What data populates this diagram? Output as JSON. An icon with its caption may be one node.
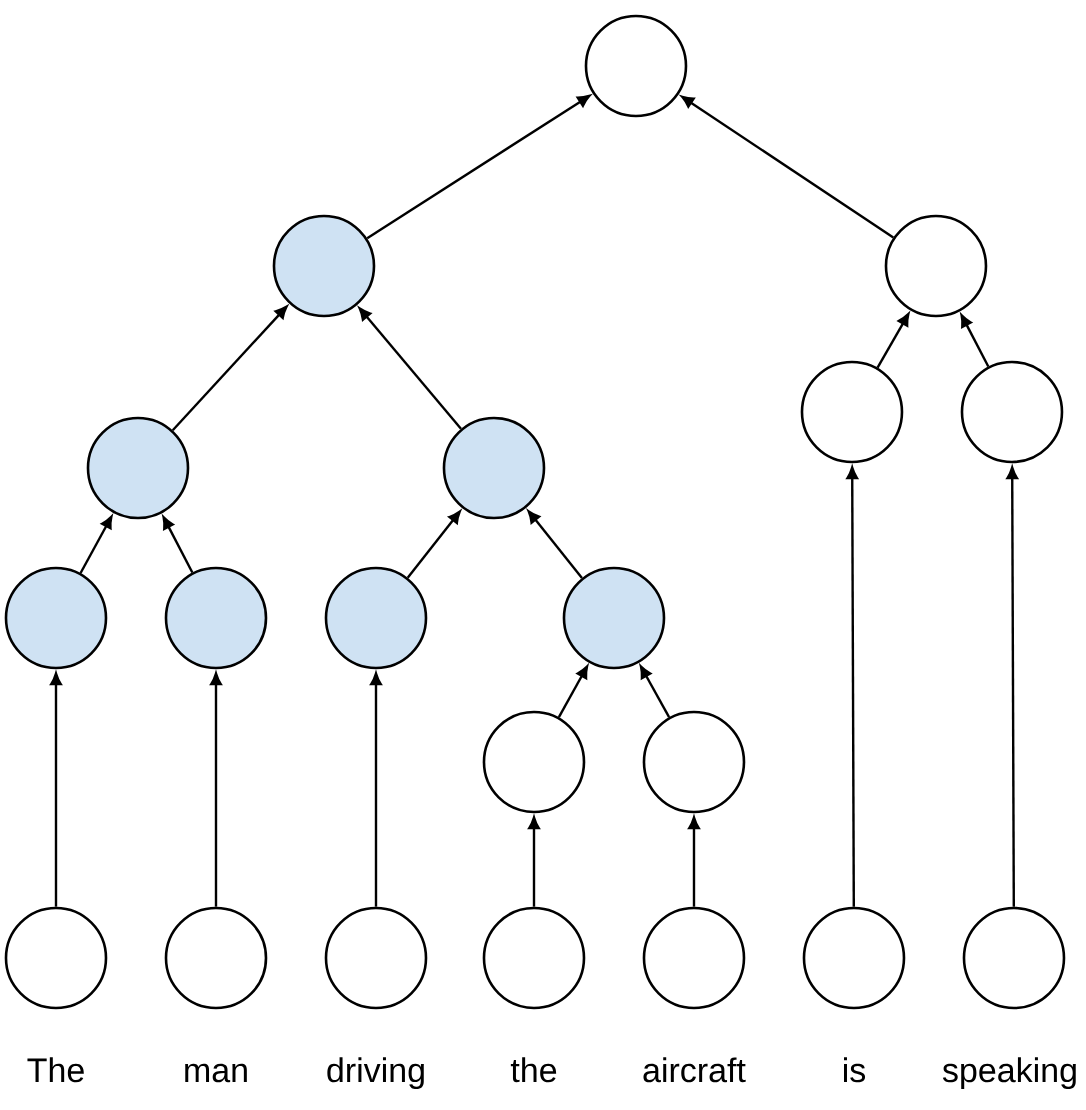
{
  "diagram": {
    "nodes": [
      {
        "text": [],
        "shape": "circle"
      },
      {
        "text": [],
        "shape": "circle"
      },
      {
        "text": [],
        "shape": "circle"
      },
      {
        "text": [],
        "shape": "circle"
      },
      {
        "text": [],
        "shape": "circle"
      },
      {
        "text": [],
        "shape": "circle"
      },
      {
        "text": [],
        "shape": "circle"
      },
      {
        "text": [],
        "shape": "circle"
      },
      {
        "text": [],
        "shape": "circle"
      },
      {
        "text": [],
        "shape": "circle"
      },
      {
        "text": [],
        "shape": "circle"
      },
      {
        "text": [],
        "shape": "circle"
      },
      {
        "text": [],
        "shape": "circle"
      },
      {
        "text": [],
        "shape": "circle",
        "beside": [
          "The"
        ]
      },
      {
        "text": [],
        "shape": "circle",
        "beside": [
          "man"
        ]
      },
      {
        "text": [],
        "shape": "circle",
        "beside": [
          "driving"
        ]
      },
      {
        "text": [],
        "shape": "circle",
        "beside": [
          "the"
        ]
      },
      {
        "text": [],
        "shape": "circle",
        "beside": [
          "aircraft"
        ]
      },
      {
        "text": [],
        "shape": "circle",
        "beside": [
          "is"
        ]
      },
      {
        "text": [],
        "shape": "circle",
        "beside": [
          "speaking"
        ]
      }
    ],
    "edges": [
      {
        "from": 1,
        "to": 0,
        "arrow": "to"
      },
      {
        "from": 2,
        "to": 0,
        "arrow": "to"
      },
      {
        "from": 3,
        "to": 1,
        "arrow": "to"
      },
      {
        "from": 4,
        "to": 1,
        "arrow": "to"
      },
      {
        "from": 5,
        "to": 2,
        "arrow": "to"
      },
      {
        "from": 6,
        "to": 2,
        "arrow": "to"
      },
      {
        "from": 7,
        "to": 3,
        "arrow": "to"
      },
      {
        "from": 8,
        "to": 3,
        "arrow": "to"
      },
      {
        "from": 9,
        "to": 4,
        "arrow": "to"
      },
      {
        "from": 10,
        "to": 4,
        "arrow": "to"
      },
      {
        "from": 11,
        "to": 10,
        "arrow": "to"
      },
      {
        "from": 12,
        "to": 10,
        "arrow": "to"
      },
      {
        "from": 13,
        "to": 7,
        "arrow": "to"
      },
      {
        "from": 14,
        "to": 8,
        "arrow": "to"
      },
      {
        "from": 15,
        "to": 9,
        "arrow": "to"
      },
      {
        "from": 16,
        "to": 11,
        "arrow": "to"
      },
      {
        "from": 17,
        "to": 12,
        "arrow": "to"
      },
      {
        "from": 18,
        "to": 5,
        "arrow": "to"
      },
      {
        "from": 19,
        "to": 6,
        "arrow": "to"
      }
    ]
  }
}
